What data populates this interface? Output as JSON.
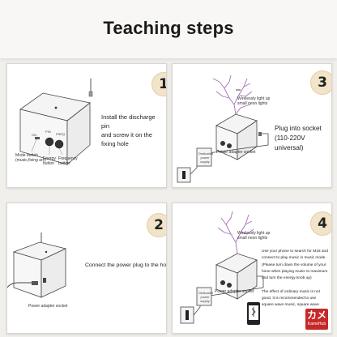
{
  "title": "Teaching steps",
  "steps": [
    {
      "number": "1",
      "text_line1": "Install the discharge pin",
      "text_line2": "and screw it on the fixing hole",
      "labels": {
        "pin": "PIN",
        "freq": "FREQ",
        "on_off": "ON",
        "mode_switch": "Mode switch",
        "mode_switch_sub": "(music,fixing arc)",
        "energy_button": "Energy",
        "energy_button_sub": "button",
        "frequency_button": "Frequency",
        "frequency_button_sub": "button"
      }
    },
    {
      "number": "2",
      "text": "Connect the power plug to the host",
      "labels": {
        "power_socket": "Power adapter socket"
      }
    },
    {
      "number": "3",
      "text_line1": "Plug into socket",
      "text_line2": "(110-220V universal)",
      "labels": {
        "neon_line1": "Wirelessly light up",
        "neon_line2": "small neon lights",
        "adapter_line1": "Dedicated",
        "adapter_line2": "power",
        "adapter_line3": "supply",
        "power_socket": "Power adapter socket"
      }
    },
    {
      "number": "4",
      "text_lines": [
        "Use your phone to search for M18 and",
        "connect to play music in music mode",
        "(Please turn down the volume of your",
        "hone when playing music to maximum",
        "and turn the energy knob up)",
        "",
        "The effect of ordinary music is not",
        "good, It is recommended to use",
        "square wave music, square wave"
      ],
      "labels": {
        "neon_line1": "Wirelessly light up",
        "neon_line2": "small neon lights",
        "adapter_line1": "Dedicated",
        "adapter_line2": "power",
        "adapter_line3": "supply",
        "power_socket": "Power adapter socket"
      }
    }
  ],
  "watermark": {
    "top": "カメ",
    "bottom": "KameHub"
  },
  "colors": {
    "badge_bg": "#f1e4c8",
    "arc_purple": "#a56dbb",
    "watermark_red": "#c62828"
  }
}
